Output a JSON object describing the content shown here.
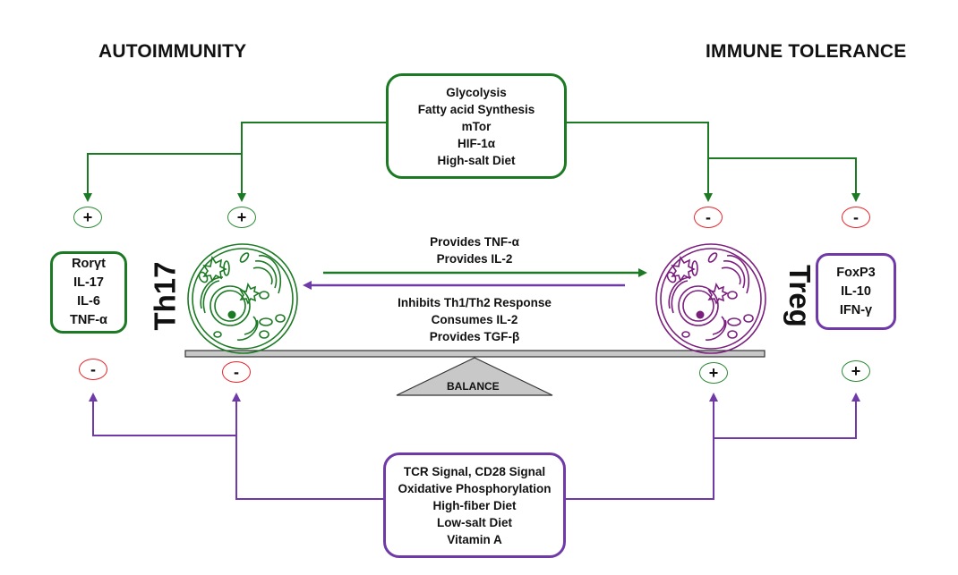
{
  "colors": {
    "green": "#1c7a24",
    "purple": "#6f3aa8",
    "red": "#e8262b",
    "plus_ring": "#2b8a35",
    "beam_fill": "#c8c8c8",
    "fulcrum_fill": "#c8c8c8"
  },
  "headings": {
    "left": "AUTOIMMUNITY",
    "right": "IMMUNE TOLERANCE"
  },
  "top_box": {
    "lines": [
      "Glycolysis",
      "Fatty acid Synthesis",
      "mTor",
      "HIF-1α",
      "High-salt Diet"
    ]
  },
  "bottom_box": {
    "lines": [
      "TCR Signal, CD28 Signal",
      "Oxidative Phosphorylation",
      "High-fiber Diet",
      "Low-salt Diet",
      "Vitamin A"
    ]
  },
  "th17": {
    "name": "Th17",
    "markers": [
      "Rorγt",
      "IL-17",
      "IL-6",
      "TNF-α"
    ]
  },
  "treg": {
    "name": "Treg",
    "markers": [
      "FoxP3",
      "IL-10",
      "IFN-γ"
    ]
  },
  "interactions": {
    "th17_to_treg": [
      "Provides TNF-α",
      "Provides IL-2"
    ],
    "treg_to_th17": [
      "Inhibits Th1/Th2 Response",
      "Consumes IL-2",
      "Provides TGF-β"
    ]
  },
  "badges": {
    "top_markers_left": "+",
    "top_cell_left": "+",
    "top_cell_right": "-",
    "top_markers_right": "-",
    "bottom_markers_left": "-",
    "bottom_cell_left": "-",
    "bottom_cell_right": "+",
    "bottom_markers_right": "+"
  },
  "balance": {
    "label": "BALANCE"
  }
}
